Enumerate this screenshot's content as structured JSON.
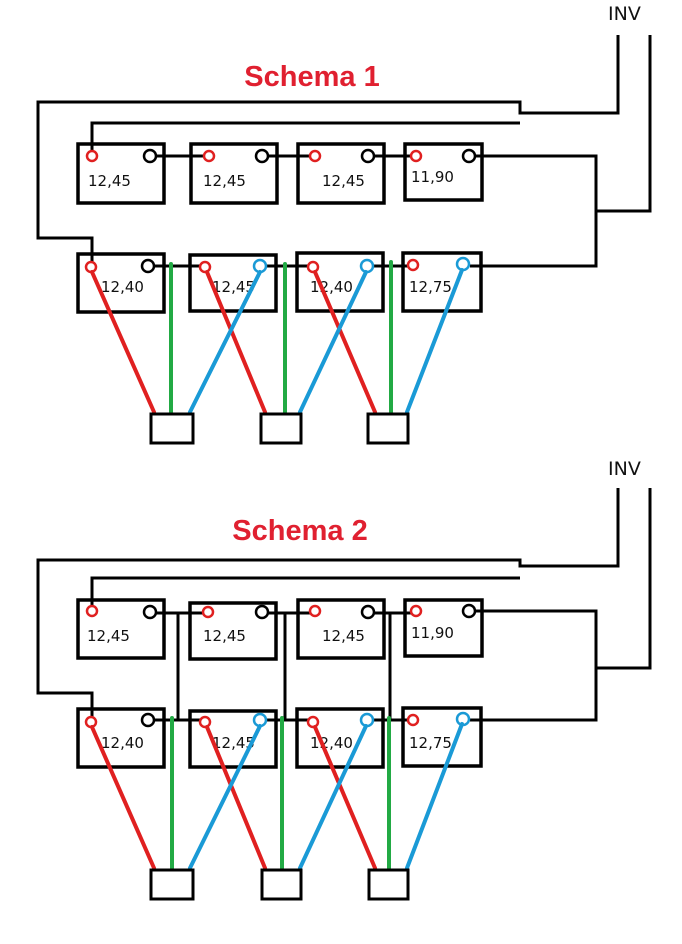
{
  "colors": {
    "title": "#e02030",
    "wire": "#000000",
    "positive": "#e02020",
    "negative": "#1a9ad6",
    "bridge": "#22aa44"
  },
  "schemas": [
    {
      "title": "Schema 1",
      "inverter_label": "INV",
      "top_row": [
        "12,45",
        "12,45",
        "12,45",
        "11,90"
      ],
      "bottom_row": [
        "12,40",
        "12,45",
        "12,40",
        "12,75"
      ]
    },
    {
      "title": "Schema 2",
      "inverter_label": "INV",
      "top_row": [
        "12,45",
        "12,45",
        "12,45",
        "11,90"
      ],
      "bottom_row": [
        "12,40",
        "12,45",
        "12,40",
        "12,75"
      ]
    }
  ]
}
